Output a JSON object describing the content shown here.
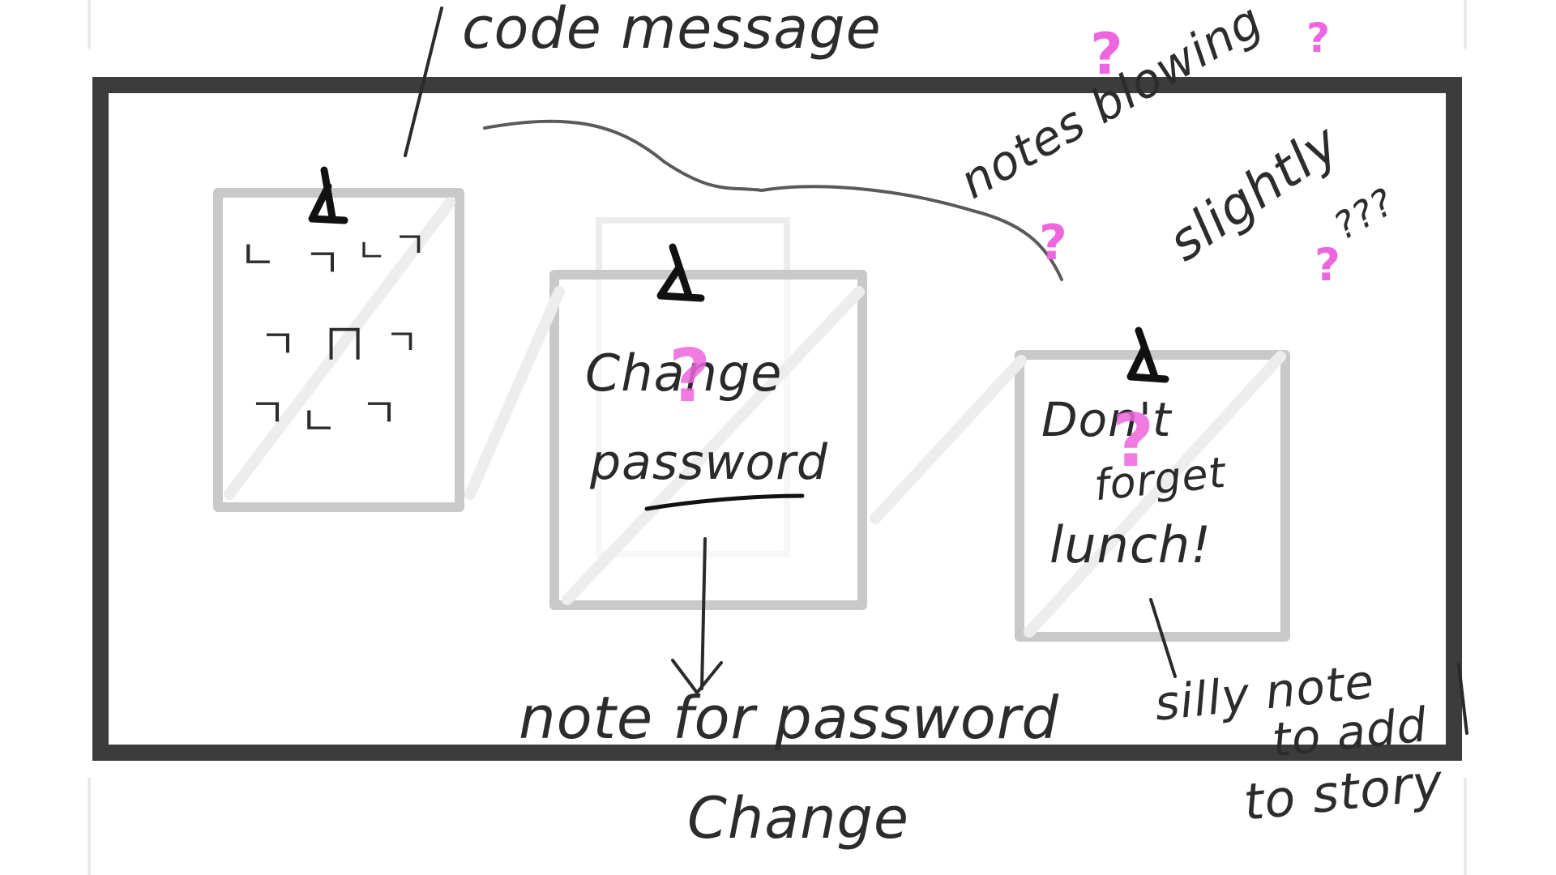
{
  "annotations": {
    "code_message": "code message",
    "notes_blowing": "notes blowing",
    "slightly": "slightly",
    "question_marks": "???",
    "note_for_password": "note for password",
    "silly_note": "silly note",
    "to_add": "to add",
    "to_story": "to story",
    "change": "Change"
  },
  "notes": {
    "code_note_glyphs": [
      "ㄴ",
      "ㄱ",
      "ㄴ",
      "ㄱ",
      "ㄱ",
      "ㄇ",
      "ㄱ",
      "ㄱ",
      "ㄴ",
      "ㄱ"
    ],
    "password_note": {
      "line1": "Change",
      "line2": "password"
    },
    "lunch_note": {
      "line1": "Don't",
      "line2": "forget",
      "line3": "lunch!"
    }
  },
  "colors": {
    "frame": "#3c3c3c",
    "sticky_border": "#c9c9c9",
    "ink": "#2c2c2c",
    "accent_magenta": "#ee66dd"
  }
}
